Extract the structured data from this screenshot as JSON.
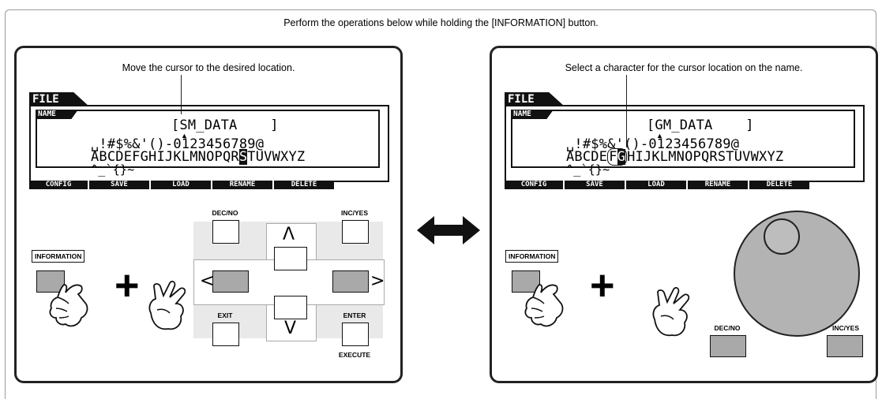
{
  "instruction": "Perform the operations below while holding the [INFORMATION] button.",
  "left_panel": {
    "caption": "Move the cursor to the desired location.",
    "lcd": {
      "title": "FILE",
      "subtab": "NAME",
      "name_field": "[SM_DATA    ]",
      "row1": "␣!#$%&'()-0123456789@",
      "row2_before": "ABCDEFGHIJKLMNOPQR",
      "row2_highlight": "S",
      "row2_after": "TUVWXYZ",
      "row3": "^_`{}~",
      "menu": [
        "CONFIG",
        "SAVE",
        "LOAD",
        "RENAME",
        "DELETE"
      ]
    },
    "buttons": {
      "information": "INFORMATION",
      "dec_no": "DEC/NO",
      "inc_yes": "INC/YES",
      "exit": "EXIT",
      "enter": "ENTER",
      "execute": "EXECUTE",
      "left_symbol": "<",
      "right_symbol": ">",
      "up_symbol": "Λ",
      "down_symbol": "V"
    }
  },
  "right_panel": {
    "caption": "Select a character for the cursor location on the name.",
    "lcd": {
      "title": "FILE",
      "subtab": "NAME",
      "name_field": "[GM_DATA    ]",
      "row1": "␣!#$%&'()-0123456789@",
      "row2_before": "ABCDE",
      "row2_plain_f": "F",
      "row2_highlight": "G",
      "row2_after": "HIJKLMNOPQRSTUVWXYZ",
      "row3": "^_`{}~",
      "menu": [
        "CONFIG",
        "SAVE",
        "LOAD",
        "RENAME",
        "DELETE"
      ]
    },
    "buttons": {
      "information": "INFORMATION",
      "dec_no": "DEC/NO",
      "inc_yes": "INC/YES"
    }
  },
  "colors": {
    "button_grey": "#a9a9a9",
    "dial_grey": "#b3b3b3",
    "lcd_ink": "#111111",
    "pad_bg": "#e9e9e9"
  },
  "icons": [
    "hand-pointing-icon",
    "plus-icon",
    "double-arrow-icon",
    "data-dial-icon"
  ]
}
